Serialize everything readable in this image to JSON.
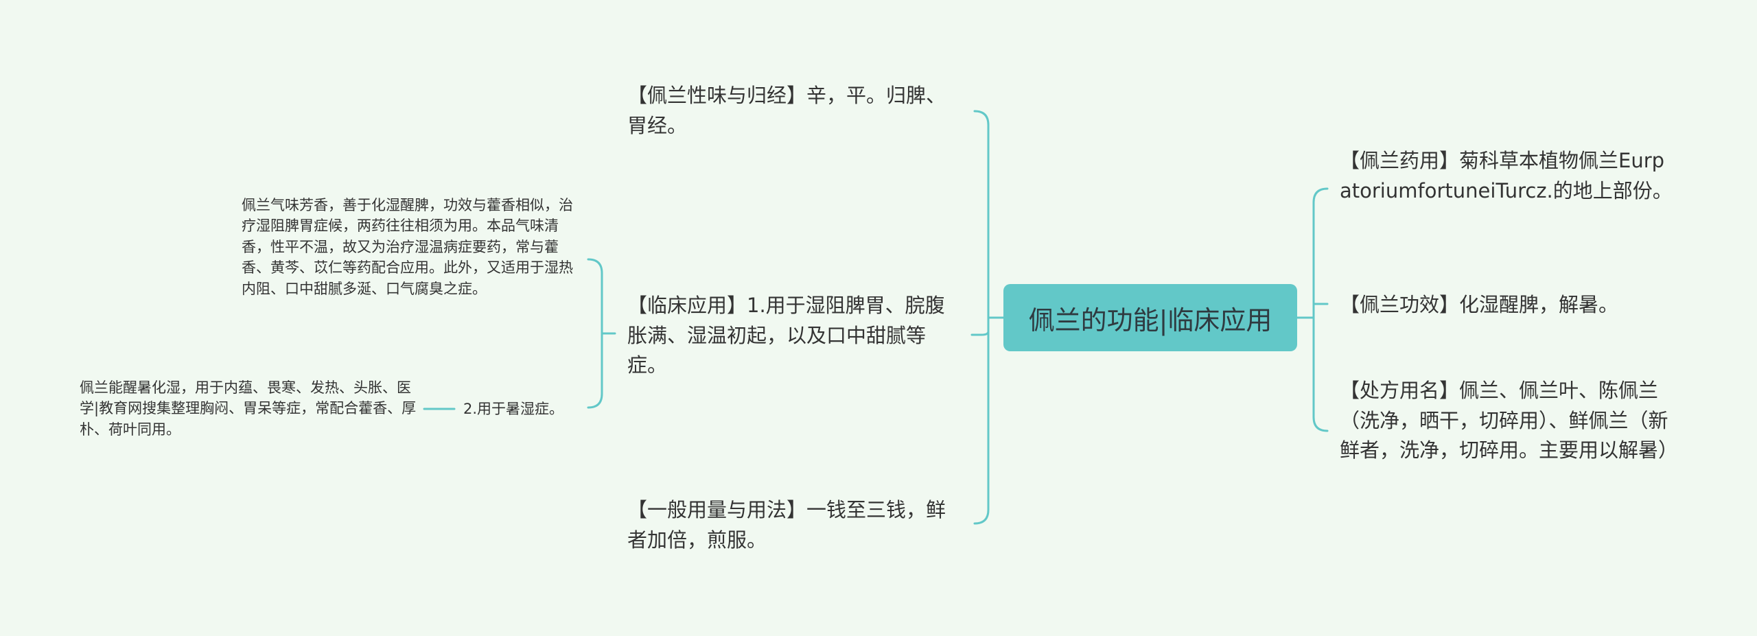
{
  "central": {
    "label": "佩兰的功能|临床应用"
  },
  "left": {
    "taste": {
      "label": "【佩兰性味与归经】辛，平。归脾、胃经。"
    },
    "clinical": {
      "label": "【临床应用】1.用于湿阻脾胃、脘腹胀满、湿温初起，以及口中甜腻等症。",
      "detail": {
        "label": "佩兰气味芳香，善于化湿醒脾，功效与藿香相似，治疗湿阻脾胃症候，两药往往相须为用。本品气味清香，性平不温，故又为治疗湿温病症要药，常与藿香、黄芩、苡仁等药配合应用。此外，又适用于湿热内阻、口中甜腻多涎、口气腐臭之症。"
      },
      "summer": {
        "label": "2.用于暑湿症。",
        "detail": {
          "label": "佩兰能醒暑化湿，用于内蕴、畏寒、发热、头胀、医学|教育网搜集整理胸闷、胃呆等症，常配合藿香、厚朴、荷叶同用。"
        }
      }
    },
    "dosage": {
      "label": "【一般用量与用法】一钱至三钱，鲜者加倍，煎服。"
    }
  },
  "right": {
    "source": {
      "label": "【佩兰药用】菊科草本植物佩兰EurpatoriumfortuneiTurcz.的地上部份。"
    },
    "effect": {
      "label": "【佩兰功效】化湿醒脾，解暑。"
    },
    "prescription": {
      "label": "【处方用名】佩兰、佩兰叶、陈佩兰（洗净，晒干，切碎用）、鲜佩兰（新鲜者，洗净，切碎用。主要用以解暑）"
    }
  },
  "colors": {
    "connector": "#62c8c8",
    "central_fill": "#62c8c8",
    "background": "#f1f9f1"
  }
}
